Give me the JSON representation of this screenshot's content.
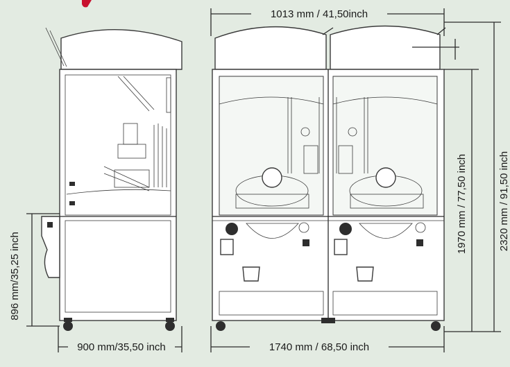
{
  "dimensions": {
    "top_width": "1013 mm / 41,50inch",
    "bottom_width": "1740 mm / 68,50 inch",
    "side_depth": "900 mm/35,50 inch",
    "left_height": "896 mm/35,25 inch",
    "mid_height": "1970 mm / 77,50 inch",
    "total_height": "2320 mm / 91,50 inch"
  },
  "colors": {
    "background": "#e3ebe2",
    "lines": "#2b2b2b",
    "logo": "#c8102e"
  }
}
